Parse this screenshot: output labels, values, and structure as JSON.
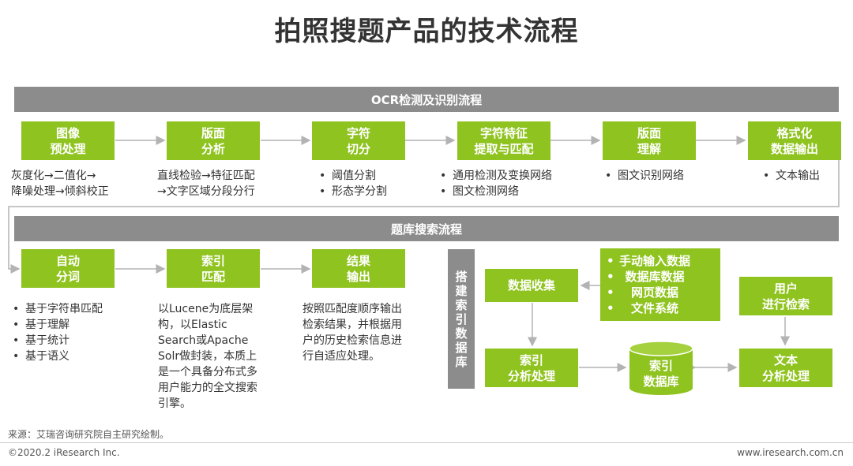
{
  "title": "拍照搜题产品的技术流程",
  "ocr_banner": "OCR检测及识别流程",
  "search_banner": "题库搜索流程",
  "ocr_steps": [
    {
      "line1": "图像",
      "line2": "预处理",
      "desc": [
        "灰度化→二值化→",
        "降噪处理→倾斜校正"
      ]
    },
    {
      "line1": "版面",
      "line2": "分析",
      "desc": [
        "直线检验→特征匹配",
        "→文字区域分段分行"
      ]
    },
    {
      "line1": "字符",
      "line2": "切分",
      "bullets": [
        "阈值分割",
        "形态学分割"
      ]
    },
    {
      "line1": "字符特征",
      "line2": "提取与匹配",
      "bullets": [
        "通用检测及变换网络",
        "图文检测网络"
      ]
    },
    {
      "line1": "版面",
      "line2": "理解",
      "bullets": [
        "图文识别网络"
      ]
    },
    {
      "line1": "格式化",
      "line2": "数据输出",
      "bullets": [
        "文本输出"
      ]
    }
  ],
  "search_steps": [
    {
      "line1": "自动",
      "line2": "分词",
      "bullets": [
        "基于字符串匹配",
        "基于理解",
        "基于统计",
        "基于语义"
      ]
    },
    {
      "line1": "索引",
      "line2": "匹配",
      "desc": [
        "以Lucene为底层架",
        "构，以Elastic",
        "Search或Apache",
        "Solr做封装，本质上",
        "是一个具备分布式多",
        "用户能力的全文搜索",
        "引擎。"
      ]
    },
    {
      "line1": "结果",
      "line2": "输出",
      "desc": [
        "按照匹配度顺序输出",
        "检索结果，并根据用",
        "户的历史检索信息进",
        "行自适应处理。"
      ]
    }
  ],
  "index_bar": "搭建索引数据库",
  "data_collect": "数据收集",
  "data_sources": [
    "手动输入数据",
    "数据库数据",
    "网页数据",
    "文件系统"
  ],
  "index_process": {
    "line1": "索引",
    "line2": "分析处理"
  },
  "index_db": {
    "line1": "索引",
    "line2": "数据库"
  },
  "user_search": {
    "line1": "用户",
    "line2": "进行检索"
  },
  "text_process": {
    "line1": "文本",
    "line2": "分析处理"
  },
  "source_note": "来源：艾瑞咨询研究院自主研究绘制。",
  "copyright": "©2020.2 iResearch Inc.",
  "website": "www.iresearch.com.cn",
  "colors": {
    "green": "#8fc31f",
    "gray": "#8c8c8c",
    "arrow": "#b3b3b3"
  }
}
